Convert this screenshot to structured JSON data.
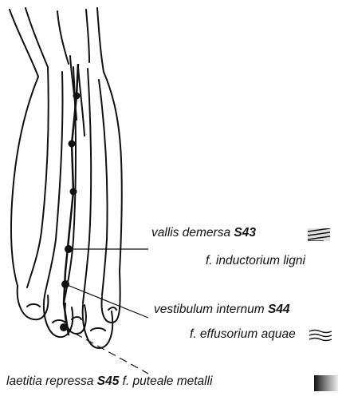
{
  "points": [
    {
      "name_latin": "vallis demersa",
      "code": "S43",
      "function": "f. inductorium ligni",
      "phase_symbol": "wood-hatch"
    },
    {
      "name_latin": "vestibulum internum",
      "code": "S44",
      "function": "f. effusorium aquae",
      "phase_symbol": "water-waves"
    },
    {
      "name_latin": "laetitia repressa",
      "code": "S45",
      "function": "f. puteale metalli",
      "phase_symbol": "metal-gradient"
    }
  ],
  "colors": {
    "ink": "#111111",
    "paper": "#ffffff"
  }
}
